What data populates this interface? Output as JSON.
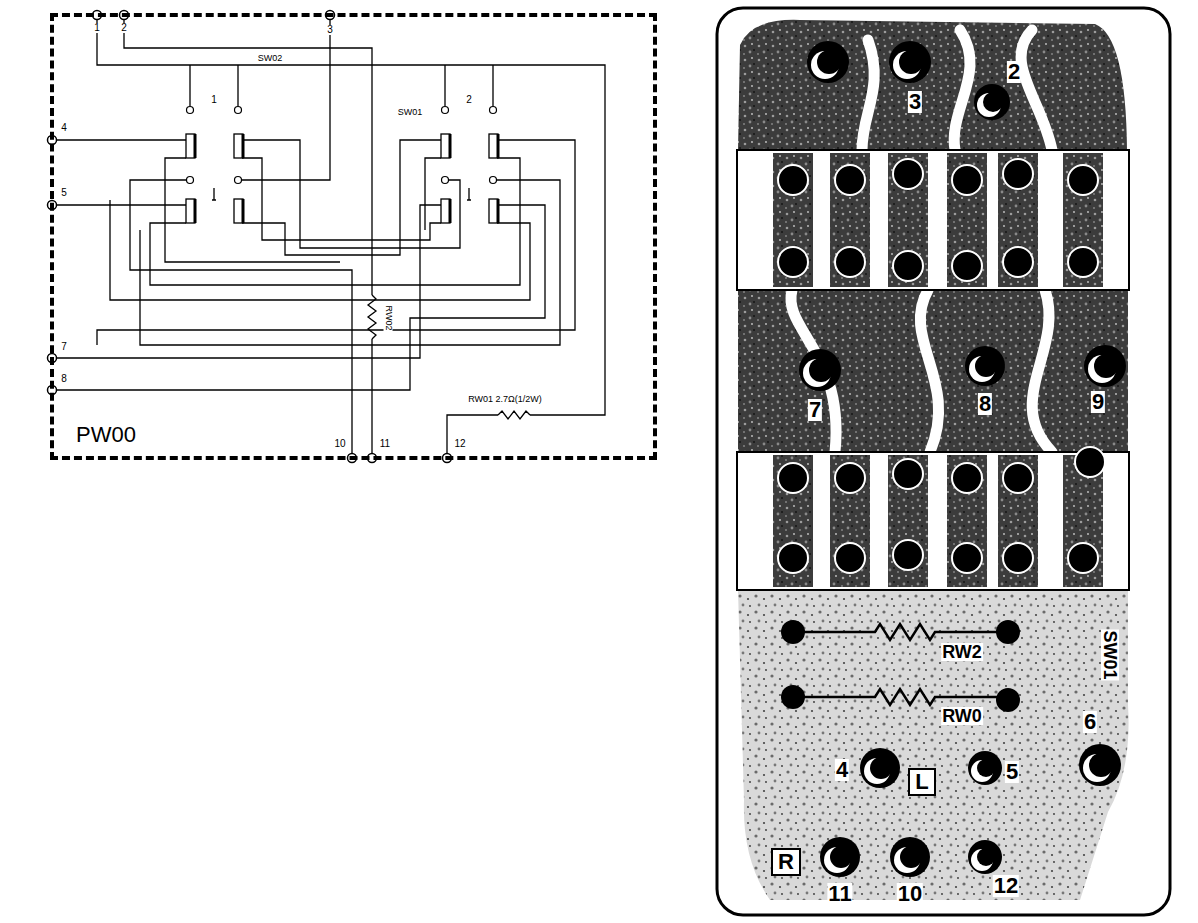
{
  "diagram": {
    "nodes": [
      {
        "text": [
          "PW00"
        ]
      },
      {
        "text": [
          "L"
        ]
      },
      {
        "text": [
          "R"
        ]
      }
    ],
    "labels": [
      "1",
      "2",
      "3",
      "SW02",
      "1",
      "SW01",
      "2",
      "4",
      "5",
      "RW02",
      "7",
      "8",
      "RW01 2.7Ω(1/2W)",
      "10",
      "11",
      "12",
      "3",
      "2",
      "7",
      "8",
      "9",
      "RW2",
      "RW0",
      "SW01",
      "4",
      "5",
      "6",
      "11",
      "10",
      "12"
    ]
  }
}
